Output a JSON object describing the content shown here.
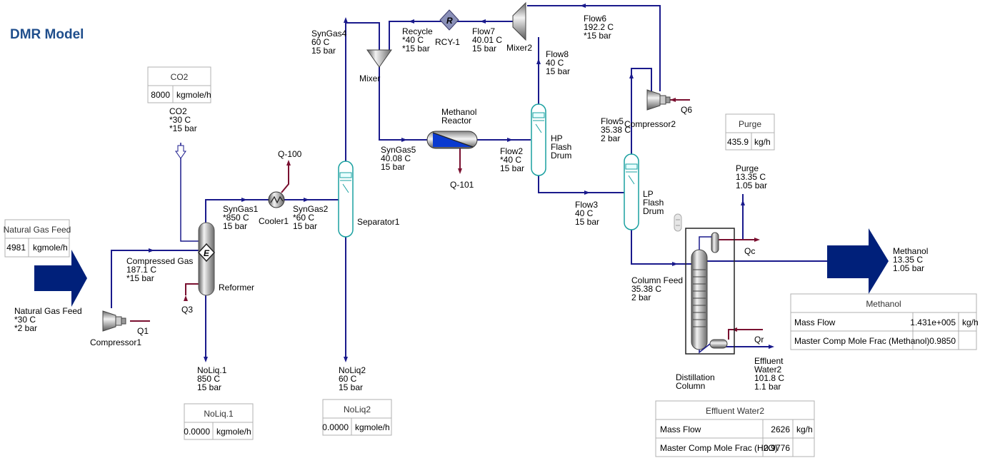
{
  "title": "DMR Model",
  "streams": {
    "syngas4": [
      "SynGas4",
      "60 C",
      "15 bar"
    ],
    "recycle": [
      "Recycle",
      "*40 C",
      "*15 bar"
    ],
    "flow7": [
      "Flow7",
      "40.01 C",
      "15 bar"
    ],
    "flow6": [
      "Flow6",
      "192.2 C",
      "*15 bar"
    ],
    "flow8": [
      "Flow8",
      "40 C",
      "15 bar"
    ],
    "co2": [
      "CO2",
      "*30 C",
      "*15 bar"
    ],
    "syngas5": [
      "SynGas5",
      "40.08 C",
      "15 bar"
    ],
    "flow2": [
      "Flow2",
      "*40 C",
      "15 bar"
    ],
    "flow5": [
      "Flow5",
      "35.38 C",
      "2 bar"
    ],
    "purge": [
      "Purge",
      "13.35 C",
      "1.05 bar"
    ],
    "syngas1": [
      "SynGas1",
      "*850 C",
      "15 bar"
    ],
    "syngas2": [
      "SynGas2",
      "*60 C",
      "15 bar"
    ],
    "flow3": [
      "Flow3",
      "40 C",
      "15 bar"
    ],
    "compressed": [
      "Compressed Gas",
      "187.1 C",
      "*15 bar"
    ],
    "column_feed": [
      "Column Feed",
      "35.38 C",
      "2 bar"
    ],
    "natural_gas": [
      "Natural Gas Feed",
      "*30 C",
      "*2 bar"
    ],
    "methanol": [
      "Methanol",
      "13.35 C",
      "1.05 bar"
    ],
    "noliq1": [
      "NoLiq.1",
      "850 C",
      "15 bar"
    ],
    "noliq2": [
      "NoLiq2",
      "60 C",
      "15 bar"
    ],
    "effluent": [
      "Effluent",
      "Water2",
      "101.8 C",
      "1.1 bar"
    ]
  },
  "units": {
    "mixer": "Mixer",
    "rcy": "RCY-1",
    "rcy_glyph": "R",
    "mixer2": "Mixer2",
    "reactor": [
      "Methanol",
      "Reactor"
    ],
    "hp_flash": [
      "HP",
      "Flash",
      "Drum"
    ],
    "lp_flash": [
      "LP",
      "Flash",
      "Drum"
    ],
    "compressor2": "Compressor2",
    "compressor1": "Compressor1",
    "cooler1": "Cooler1",
    "separator1": "Separator1",
    "reformer": "Reformer",
    "reformer_glyph": "E",
    "distillation": [
      "Distillation",
      "Column"
    ]
  },
  "energy": {
    "q6": "Q6",
    "q100": "Q-100",
    "q101": "Q-101",
    "q1": "Q1",
    "q3": "Q3",
    "qc": "Qc",
    "qr": "Qr"
  },
  "tables": {
    "co2": {
      "title": "CO2",
      "value": "8000",
      "unit": "kgmole/h"
    },
    "natural_gas": {
      "title": "Natural Gas Feed",
      "value": "4981",
      "unit": "kgmole/h"
    },
    "purge": {
      "title": "Purge",
      "value": "435.9",
      "unit": "kg/h"
    },
    "noliq1": {
      "title": "NoLiq.1",
      "value": "0.0000",
      "unit": "kgmole/h"
    },
    "noliq2": {
      "title": "NoLiq2",
      "value": "0.0000",
      "unit": "kgmole/h"
    },
    "methanol": {
      "title": "Methanol",
      "rows": [
        {
          "label": "Mass Flow",
          "value": "1.431e+005",
          "unit": "kg/h"
        },
        {
          "label": "Master Comp Mole Frac (Methanol)",
          "value": "0.9850",
          "unit": ""
        }
      ]
    },
    "effluent": {
      "title": "Effluent Water2",
      "rows": [
        {
          "label": "Mass Flow",
          "value": "2626",
          "unit": "kg/h"
        },
        {
          "label": "Master Comp Mole Frac (H2O)",
          "value": "0.9776",
          "unit": ""
        }
      ]
    }
  },
  "colors": {
    "pipe": "#1a1a8c",
    "energy": "#7a1030",
    "title": "#1f4e8c",
    "teal": "#1aa0a0"
  }
}
